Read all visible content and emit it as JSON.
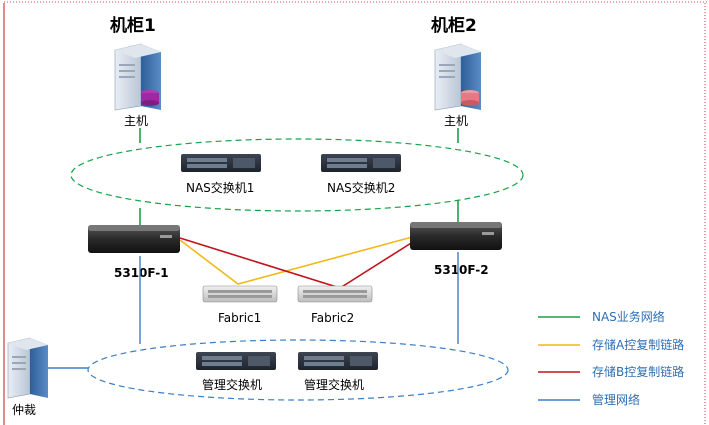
{
  "cabinets": [
    {
      "label": "机柜1",
      "host_label": "主机"
    },
    {
      "label": "机柜2",
      "host_label": "主机"
    }
  ],
  "nas_switches": [
    "NAS交换机1",
    "NAS交换机2"
  ],
  "storage": [
    "5310F-1",
    "5310F-2"
  ],
  "fabrics": [
    "Fabric1",
    "Fabric2"
  ],
  "mgmt_switches": [
    "管理交换机",
    "管理交换机"
  ],
  "arbiter_label": "仲裁",
  "legend": [
    {
      "label": "NAS业务网络",
      "color": "#1aa14a"
    },
    {
      "label": "存储A控复制链路",
      "color": "#f2b818"
    },
    {
      "label": "存储B控复制链路",
      "color": "#c0141b"
    },
    {
      "label": "管理网络",
      "color": "#3a7fc4"
    }
  ],
  "colors": {
    "border_red": "#c0141b",
    "nas_green": "#1aa14a",
    "mgmt_blue": "#3a7fc4",
    "link_a": "#f2b818",
    "link_b": "#c0141b"
  }
}
